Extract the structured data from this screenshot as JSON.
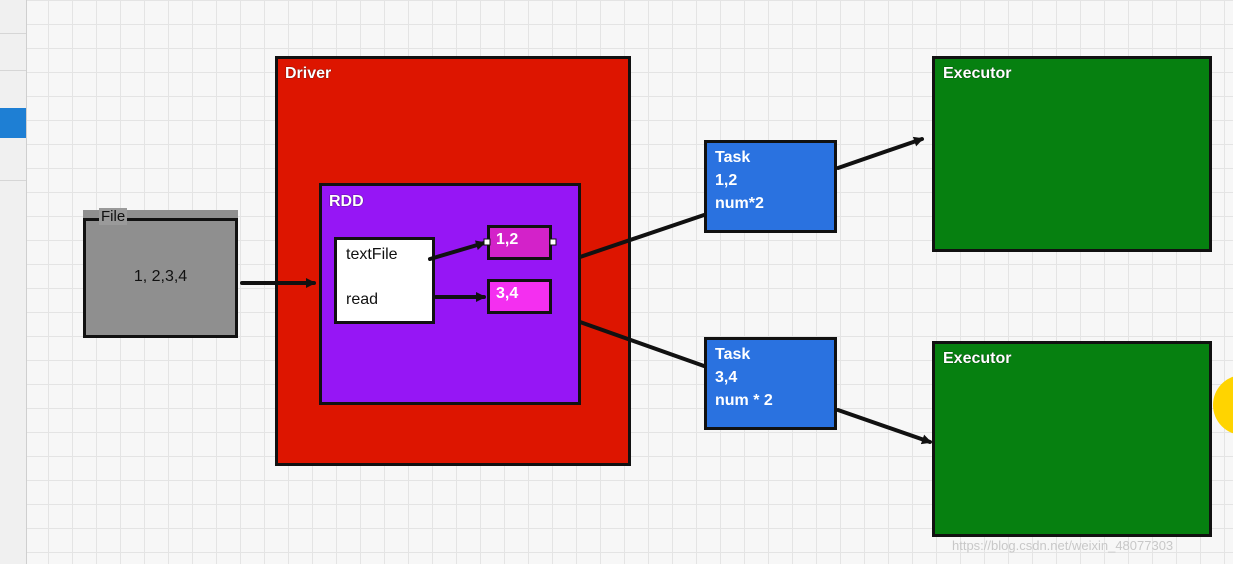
{
  "file": {
    "legend": "File",
    "content": "1, 2,3,4"
  },
  "driver": {
    "title": "Driver"
  },
  "rdd": {
    "title": "RDD",
    "operations": [
      "textFile",
      "read"
    ],
    "partitions": [
      "1,2",
      "3,4"
    ]
  },
  "tasks": [
    {
      "lines": [
        "Task",
        "1,2",
        "num*2"
      ]
    },
    {
      "lines": [
        "Task",
        "3,4",
        "num * 2"
      ]
    }
  ],
  "executors": [
    {
      "title": "Executor"
    },
    {
      "title": "Executor"
    }
  ],
  "watermark": "https://blog.csdn.net/weixin_48077303",
  "colors": {
    "driver": "#dd1500",
    "rdd": "#9616f5",
    "file": "#8f8f8f",
    "task": "#2a72e0",
    "executor": "#068010",
    "partition_1": "#d322c9",
    "partition_2": "#f42ff0"
  }
}
